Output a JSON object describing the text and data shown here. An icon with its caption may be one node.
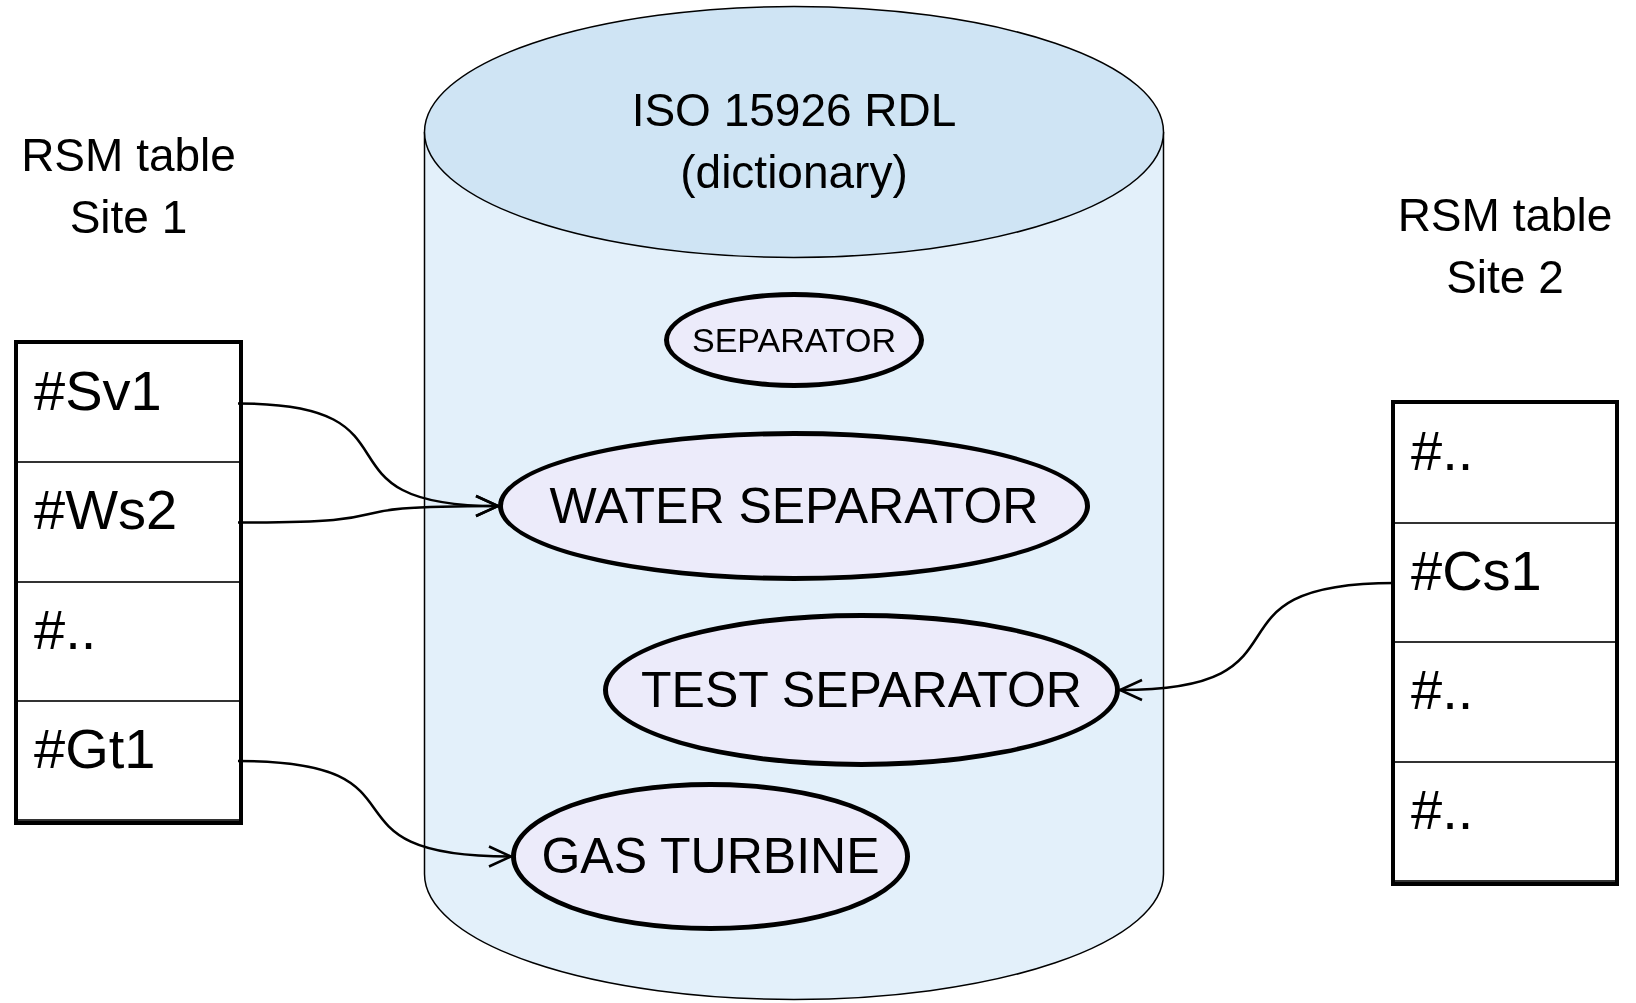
{
  "diagram": {
    "nodes": [
      {
        "text": [
          "ISO 15926 RDL (dictionary)"
        ]
      },
      {
        "text": [
          "SEPARATOR"
        ],
        "in": 0
      },
      {
        "text": [
          "WATER SEPARATOR"
        ],
        "in": 0
      },
      {
        "text": [
          "TEST SEPARATOR"
        ],
        "in": 0
      },
      {
        "text": [
          "GAS TURBINE"
        ],
        "in": 0
      },
      {
        "text": [
          "RSM table Site 1"
        ]
      },
      {
        "text": [
          "#Sv1"
        ],
        "in": 5
      },
      {
        "text": [
          "#Ws2"
        ],
        "in": 5
      },
      {
        "text": [
          "#.."
        ],
        "in": 5
      },
      {
        "text": [
          "#Gt1"
        ],
        "in": 5
      },
      {
        "text": [
          "RSM table Site 2"
        ]
      },
      {
        "text": [
          "#.."
        ],
        "in": 10
      },
      {
        "text": [
          "#Cs1"
        ],
        "in": 10
      },
      {
        "text": [
          "#.."
        ],
        "in": 10
      },
      {
        "text": [
          "#.."
        ],
        "in": 10
      }
    ],
    "edges": [
      {
        "from": 6,
        "to": 2,
        "arrow": "to"
      },
      {
        "from": 7,
        "to": 2,
        "arrow": "to"
      },
      {
        "from": 9,
        "to": 4,
        "arrow": "to"
      },
      {
        "from": 12,
        "to": 3,
        "arrow": "to"
      }
    ]
  }
}
